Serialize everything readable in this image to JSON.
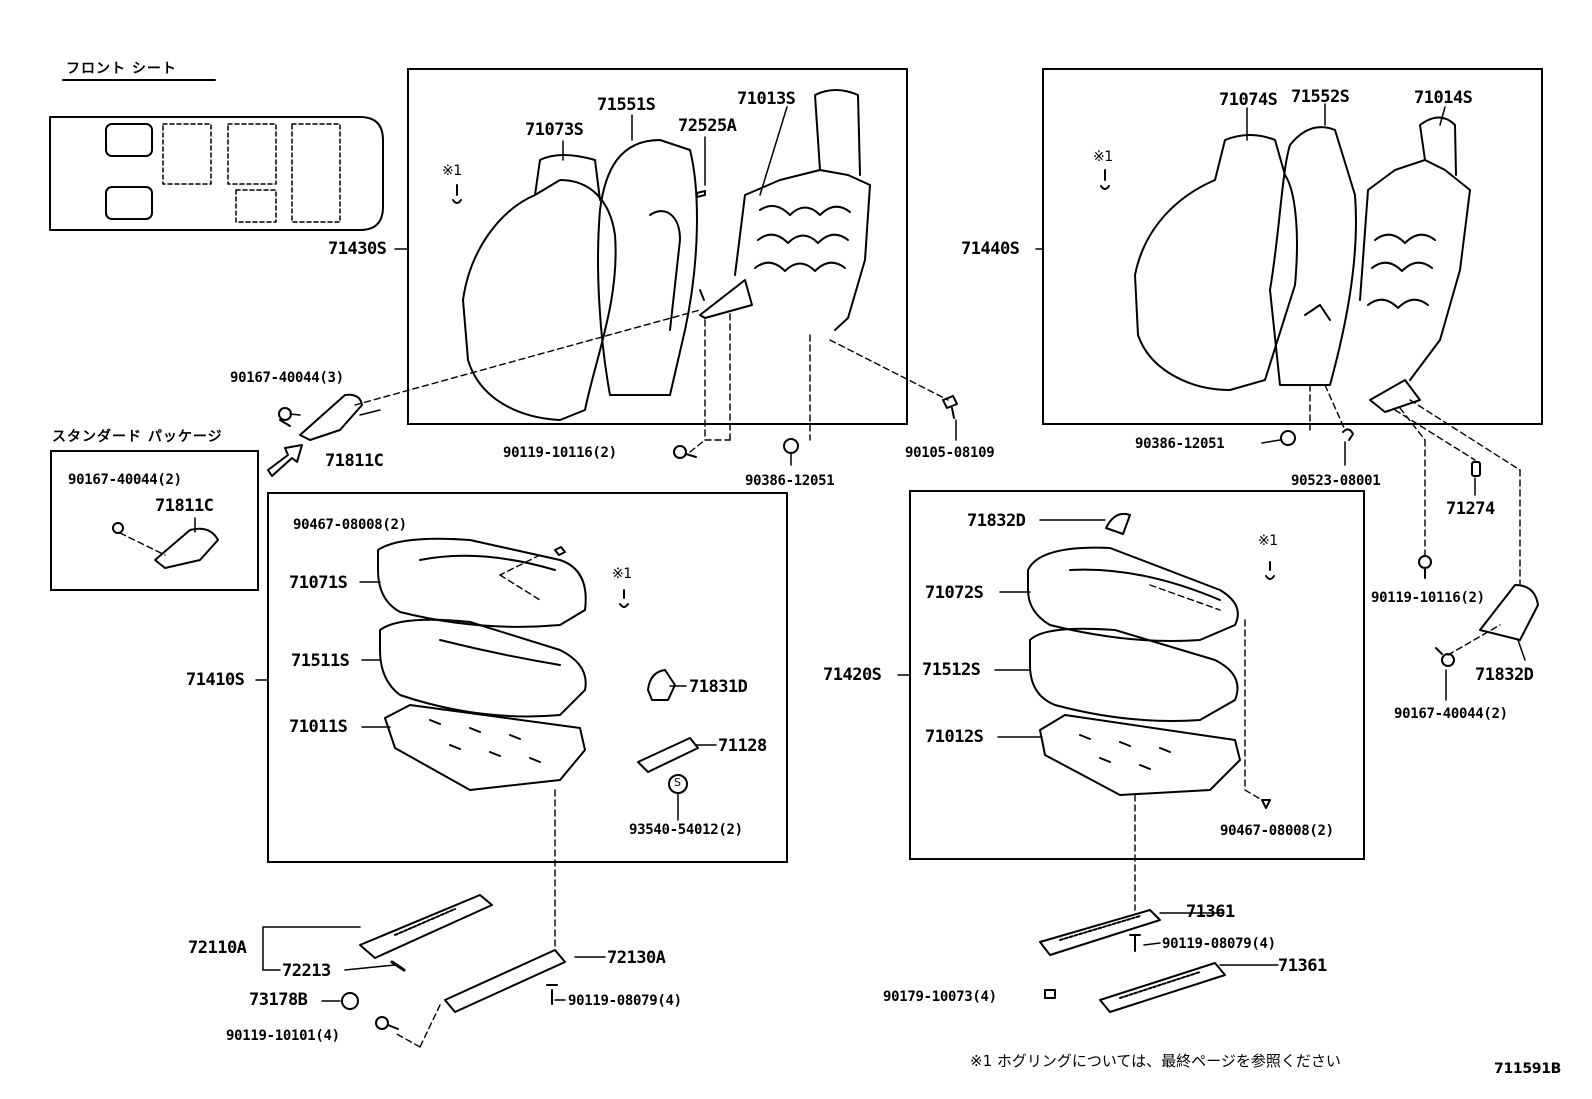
{
  "title": "フロント シート",
  "std_package_label": "スタンダード パッケージ",
  "footnote": "※1 ホグリングについては、最終ページを参照ください",
  "diagram_id": "711591B",
  "mark_text": "※1",
  "mark_s": "S",
  "parts": {
    "p71430S": "71430S",
    "p71073S": "71073S",
    "p71551S": "71551S",
    "p71013S": "71013S",
    "p72525A": "72525A",
    "p90167_40044_3": "90167-40044(3)",
    "p71811C": "71811C",
    "p71811C_std": "71811C",
    "p90167_40044_2_std": "90167-40044(2)",
    "p90119_10116_2": "90119-10116(2)",
    "p90386_12051": "90386-12051",
    "p90105_08109": "90105-08109",
    "p71440S": "71440S",
    "p71074S": "71074S",
    "p71552S": "71552S",
    "p71014S": "71014S",
    "p90386_12051_r": "90386-12051",
    "p90523_08001": "90523-08001",
    "p71274": "71274",
    "p90119_10116_2_r": "90119-10116(2)",
    "p71832D_r": "71832D",
    "p90167_40044_2_r": "90167-40044(2)",
    "p90467_08008_2": "90467-08008(2)",
    "p71071S": "71071S",
    "p71511S": "71511S",
    "p71011S": "71011S",
    "p71410S": "71410S",
    "p71831D": "71831D",
    "p71128": "71128",
    "p93540_54012_2": "93540-54012(2)",
    "p71832D": "71832D",
    "p71072S": "71072S",
    "p71512S": "71512S",
    "p71012S": "71012S",
    "p71420S": "71420S",
    "p90467_08008_2_r": "90467-08008(2)",
    "p72110A": "72110A",
    "p72213": "72213",
    "p72130A": "72130A",
    "p73178B": "73178B",
    "p90119_08079_4": "90119-08079(4)",
    "p90119_10101_4": "90119-10101(4)",
    "p71361_a": "71361",
    "p90119_08079_4_r": "90119-08079(4)",
    "p71361_b": "71361",
    "p90179_10073_4": "90179-10073(4)"
  }
}
